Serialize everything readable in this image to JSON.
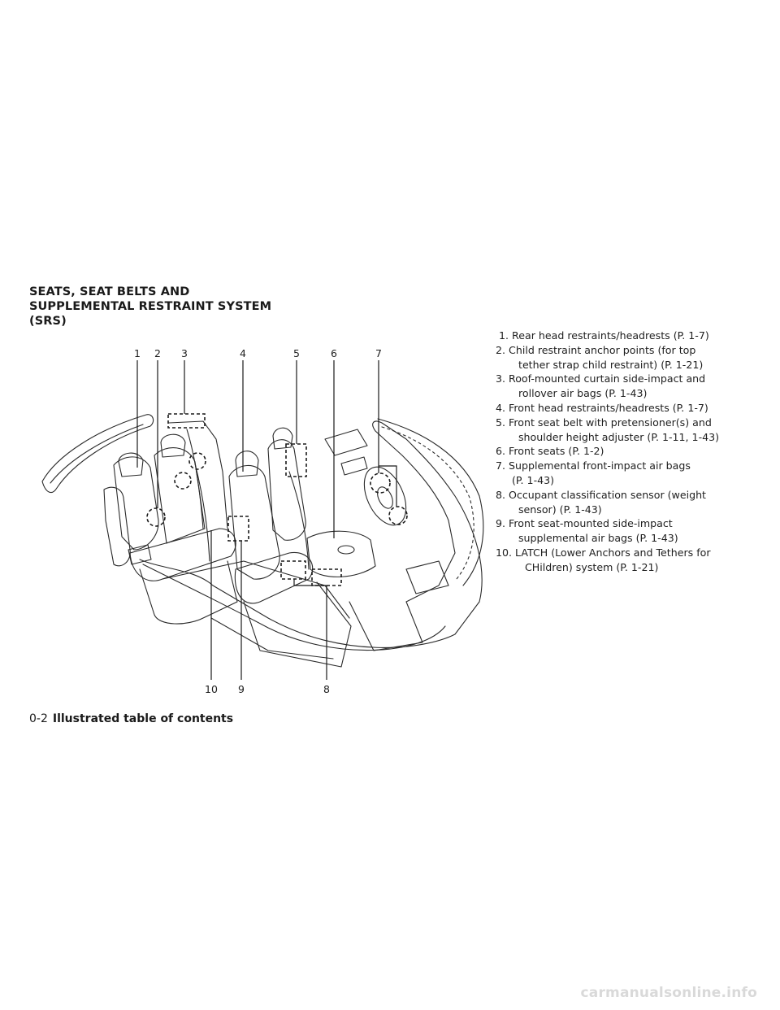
{
  "section_title": [
    "SEATS, SEAT BELTS AND",
    "SUPPLEMENTAL RESTRAINT SYSTEM",
    "(SRS)"
  ],
  "legend": [
    {
      "num": "1.",
      "lines": [
        "Rear head restraints/headrests (P. 1-7)"
      ]
    },
    {
      "num": "2.",
      "lines": [
        "Child restraint anchor points (for top",
        "tether strap child restraint) (P. 1-21)"
      ]
    },
    {
      "num": "3.",
      "lines": [
        "Roof-mounted curtain side-impact and",
        "rollover air bags (P. 1-43)"
      ]
    },
    {
      "num": "4.",
      "lines": [
        "Front head restraints/headrests (P. 1-7)"
      ]
    },
    {
      "num": "5.",
      "lines": [
        "Front seat belt with pretensioner(s) and",
        "shoulder height adjuster (P. 1-11, 1-43)"
      ]
    },
    {
      "num": "6.",
      "lines": [
        "Front seats (P. 1-2)"
      ]
    },
    {
      "num": "7.",
      "lines": [
        "Supplemental front-impact air bags",
        "(P. 1-43)"
      ]
    },
    {
      "num": "8.",
      "lines": [
        "Occupant classification sensor (weight",
        "sensor) (P. 1-43)"
      ]
    },
    {
      "num": "9.",
      "lines": [
        "Front seat-mounted side-impact",
        "supplemental air bags (P. 1-43)"
      ]
    },
    {
      "num": "10.",
      "lines": [
        "LATCH (Lower Anchors and Tethers for",
        "CHildren) system (P. 1-21)"
      ]
    }
  ],
  "callouts_top": [
    "1",
    "2",
    "3",
    "4",
    "5",
    "6",
    "7"
  ],
  "callouts_bottom": [
    "10",
    "9",
    "8"
  ],
  "footer": {
    "page": "0-2",
    "section": "Illustrated table of contents"
  },
  "watermark": "carmanualsonline.info"
}
